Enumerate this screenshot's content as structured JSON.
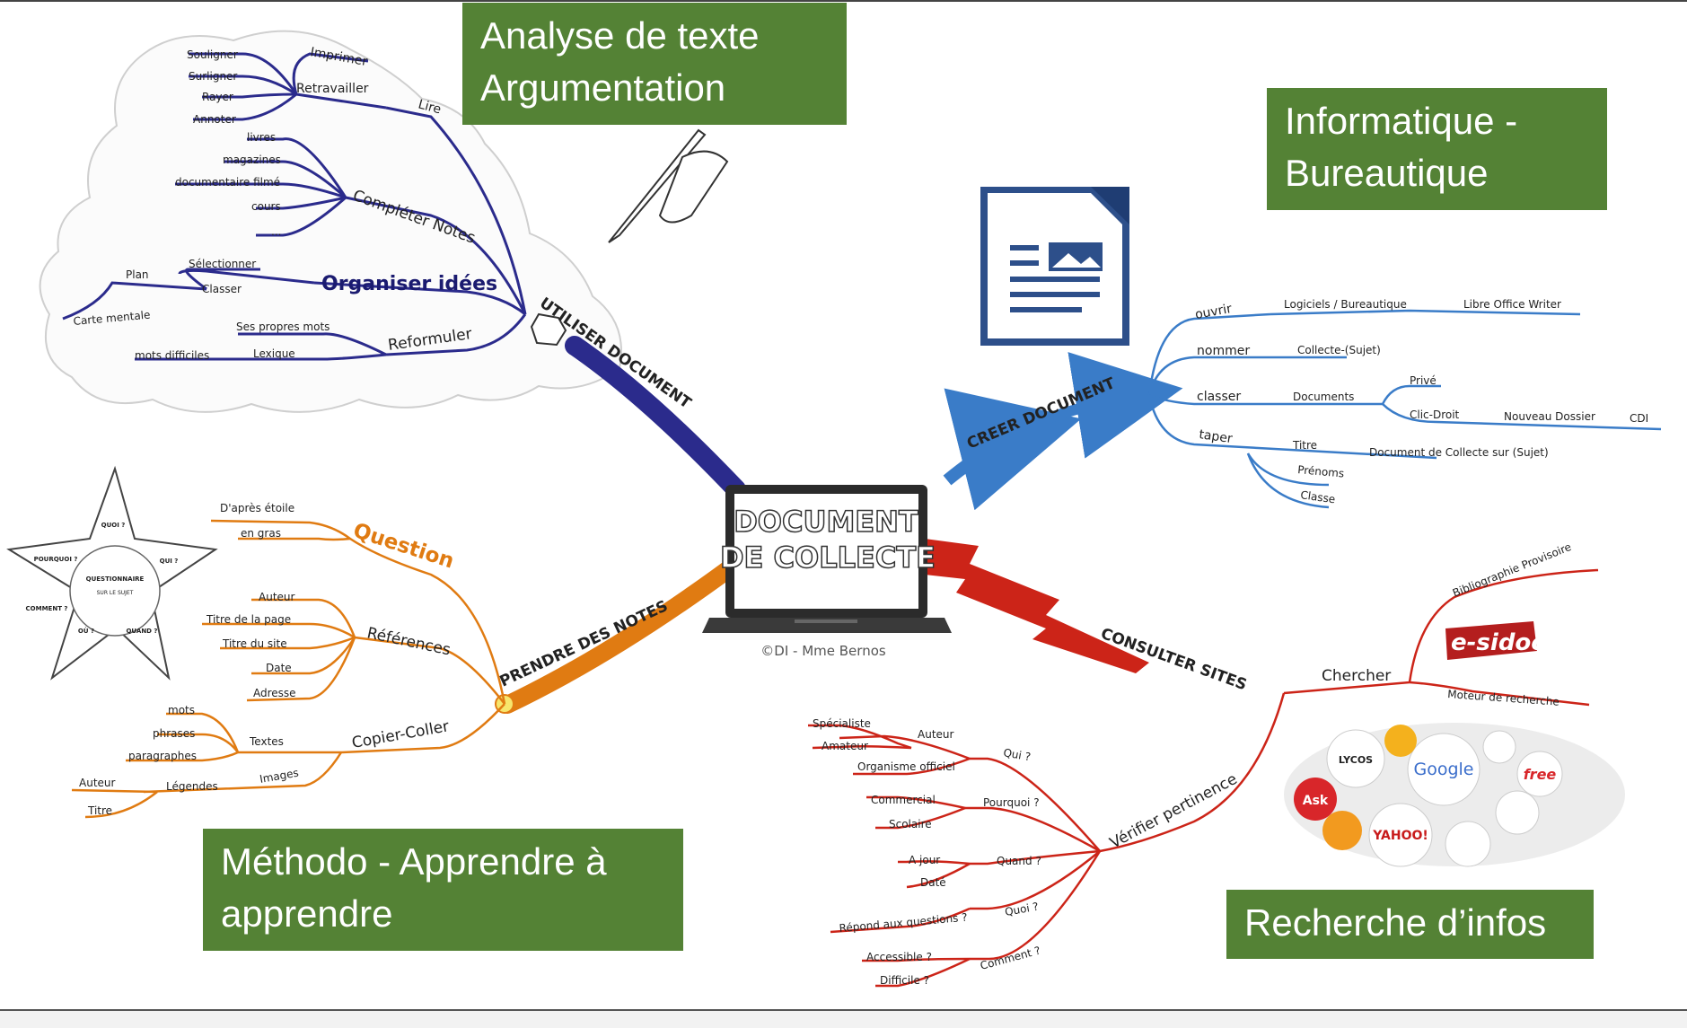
{
  "colors": {
    "banner_bg": "#548235",
    "banner_text": "#ffffff",
    "utiliser": "#2b2b8c",
    "creer": "#3a7cc8",
    "prendre": "#e07b12",
    "consulter": "#cc2418"
  },
  "banners": {
    "analyse": [
      "Analyse de texte",
      "Argumentation"
    ],
    "informatique": [
      "Informatique -",
      "Bureautique"
    ],
    "methodo": [
      "Méthodo - Apprendre à",
      "apprendre"
    ],
    "recherche": [
      "Recherche d’infos"
    ]
  },
  "center": {
    "line1": "DOCUMENT",
    "line2": "DE COLLECTE",
    "credit": "©DI - Mme Bernos",
    "icon": "laptop-icon"
  },
  "branches": {
    "utiliser": {
      "title": "UTILISER DOCUMENT",
      "lire": {
        "label": "Lire",
        "retravailler": "Retravailler",
        "imprimer": "Imprimer",
        "items": [
          "Souligner",
          "Surligner",
          "Rayer",
          "Annoter"
        ]
      },
      "completer": {
        "label": "Compléter Notes",
        "items": [
          "livres",
          "magazines",
          "documentaire filmé",
          "cours",
          "..."
        ]
      },
      "organiser": {
        "label": "Organiser idées",
        "selectionner": "Sélectionner",
        "classer": "Classer",
        "plan": "Plan",
        "carte": "Carte mentale"
      },
      "reformuler": {
        "label": "Reformuler",
        "propres": "Ses propres mots",
        "lexique": "Lexique",
        "difficiles": "mots difficiles"
      }
    },
    "creer": {
      "title": "CREER DOCUMENT",
      "ouvrir": {
        "label": "ouvrir",
        "logiciels": "Logiciels / Bureautique",
        "writer": "Libre Office Writer"
      },
      "nommer": {
        "label": "nommer",
        "collecte": "Collecte-(Sujet)"
      },
      "classer": {
        "label": "classer",
        "documents": "Documents",
        "prive": "Privé",
        "clic": "Clic-Droit",
        "nouveau": "Nouveau Dossier",
        "cdi": "CDI"
      },
      "taper": {
        "label": "taper",
        "titre": "Titre",
        "doc": "Document de Collecte sur (Sujet)",
        "prenoms": "Prénoms",
        "classe": "Classe"
      },
      "icon": "writer-document-icon"
    },
    "prendre": {
      "title": "PRENDRE DES NOTES",
      "question": {
        "label": "Question",
        "etoile": "D'après étoile",
        "gras": "en gras"
      },
      "references": {
        "label": "Références",
        "items": [
          "Auteur",
          "Titre de la page",
          "Titre du site",
          "Date",
          "Adresse"
        ]
      },
      "copier": {
        "label": "Copier-Coller",
        "textes": "Textes",
        "textes_items": [
          "mots",
          "phrases",
          "paragraphes"
        ],
        "images": "Images",
        "legendes": "Légendes",
        "auteur": "Auteur",
        "titre": "Titre"
      },
      "star": {
        "center": "QUESTIONNAIRE",
        "center_sub": "SUR LE SUJET",
        "points": [
          "QUOI ?",
          "QUI ?",
          "QUAND ?",
          "OÙ ?",
          "COMMENT ?",
          "POURQUOI ?"
        ]
      }
    },
    "consulter": {
      "title": "CONSULTER SITES",
      "chercher": {
        "label": "Chercher",
        "biblio": "Bibliographie Provisoire",
        "esidoc": "e-sidoc",
        "moteur": "Moteur de recherche"
      },
      "verifier": {
        "label": "Vérifier pertinence",
        "qui": {
          "label": "Qui ?",
          "auteur": "Auteur",
          "specialiste": "Spécialiste",
          "amateur": "Amateur",
          "organisme": "Organisme officiel"
        },
        "pourquoi": {
          "label": "Pourquoi ?",
          "items": [
            "Commercial",
            "Scolaire"
          ]
        },
        "quand": {
          "label": "Quand ?",
          "items": [
            "A jour",
            "Daté"
          ]
        },
        "quoi": {
          "label": "Quoi ?",
          "items": [
            "Répond aux questions ?"
          ]
        },
        "comment": {
          "label": "Comment ?",
          "items": [
            "Accessible ?",
            "Difficile ?"
          ]
        }
      },
      "engines": [
        "LYCOS",
        "Google",
        "free",
        "Ask",
        "YAHOO!"
      ]
    }
  }
}
